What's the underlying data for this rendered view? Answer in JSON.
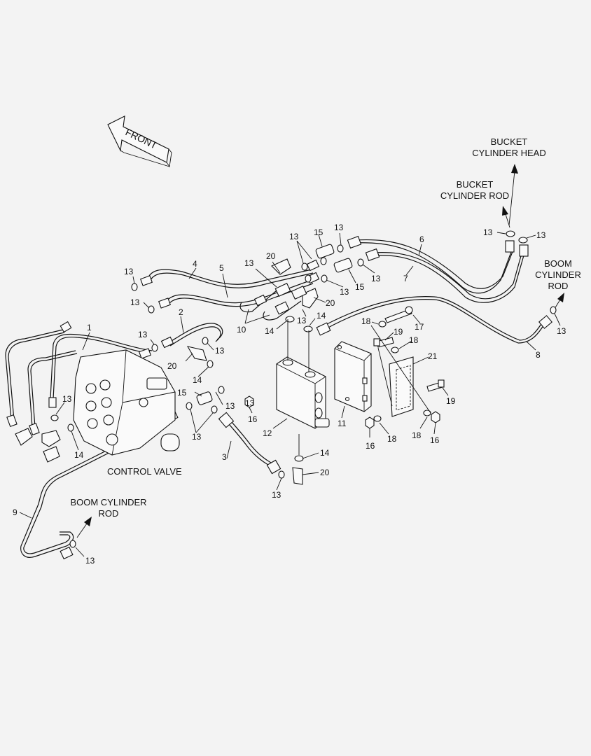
{
  "title": "",
  "front_label": "FRONT",
  "captions": {
    "bucket_cylinder_head": [
      "BUCKET",
      "CYLINDER HEAD"
    ],
    "bucket_cylinder_rod": [
      "BUCKET",
      "CYLINDER ROD"
    ],
    "boom_cylinder_rod_right": [
      "BOOM",
      "CYLINDER",
      "ROD"
    ],
    "boom_cylinder_rod_left": [
      "BOOM CYLINDER",
      "ROD"
    ],
    "control_valve": "CONTROL VALVE"
  },
  "callouts": [
    {
      "id": "c1",
      "label": "1"
    },
    {
      "id": "c2",
      "label": "2"
    },
    {
      "id": "c3",
      "label": "3"
    },
    {
      "id": "c4",
      "label": "4"
    },
    {
      "id": "c5",
      "label": "5"
    },
    {
      "id": "c6",
      "label": "6"
    },
    {
      "id": "c7",
      "label": "7"
    },
    {
      "id": "c8",
      "label": "8"
    },
    {
      "id": "c9",
      "label": "9"
    },
    {
      "id": "c10",
      "label": "10"
    },
    {
      "id": "c11",
      "label": "11"
    },
    {
      "id": "c12",
      "label": "12"
    },
    {
      "id": "c13a",
      "label": "13"
    },
    {
      "id": "c13b",
      "label": "13"
    },
    {
      "id": "c13c",
      "label": "13"
    },
    {
      "id": "c13d",
      "label": "13"
    },
    {
      "id": "c13e",
      "label": "13"
    },
    {
      "id": "c13f",
      "label": "13"
    },
    {
      "id": "c13g",
      "label": "13"
    },
    {
      "id": "c13h",
      "label": "13"
    },
    {
      "id": "c13i",
      "label": "13"
    },
    {
      "id": "c13j",
      "label": "13"
    },
    {
      "id": "c13k",
      "label": "13"
    },
    {
      "id": "c13l",
      "label": "13"
    },
    {
      "id": "c13m",
      "label": "13"
    },
    {
      "id": "c13n",
      "label": "13"
    },
    {
      "id": "c13o",
      "label": "13"
    },
    {
      "id": "c13p",
      "label": "13"
    },
    {
      "id": "c13q",
      "label": "13"
    },
    {
      "id": "c13r",
      "label": "13"
    },
    {
      "id": "c13s",
      "label": "13"
    },
    {
      "id": "c14a",
      "label": "14"
    },
    {
      "id": "c14b",
      "label": "14"
    },
    {
      "id": "c14c",
      "label": "14"
    },
    {
      "id": "c14d",
      "label": "14"
    },
    {
      "id": "c14e",
      "label": "14"
    },
    {
      "id": "c15a",
      "label": "15"
    },
    {
      "id": "c15b",
      "label": "15"
    },
    {
      "id": "c15c",
      "label": "15"
    },
    {
      "id": "c16a",
      "label": "16"
    },
    {
      "id": "c16b",
      "label": "16"
    },
    {
      "id": "c16c",
      "label": "16"
    },
    {
      "id": "c17",
      "label": "17"
    },
    {
      "id": "c18a",
      "label": "18"
    },
    {
      "id": "c18b",
      "label": "18"
    },
    {
      "id": "c18c",
      "label": "18"
    },
    {
      "id": "c18d",
      "label": "18"
    },
    {
      "id": "c19a",
      "label": "19"
    },
    {
      "id": "c19b",
      "label": "19"
    },
    {
      "id": "c20a",
      "label": "20"
    },
    {
      "id": "c20b",
      "label": "20"
    },
    {
      "id": "c20c",
      "label": "20"
    },
    {
      "id": "c20d",
      "label": "20"
    },
    {
      "id": "c21",
      "label": "21"
    }
  ]
}
